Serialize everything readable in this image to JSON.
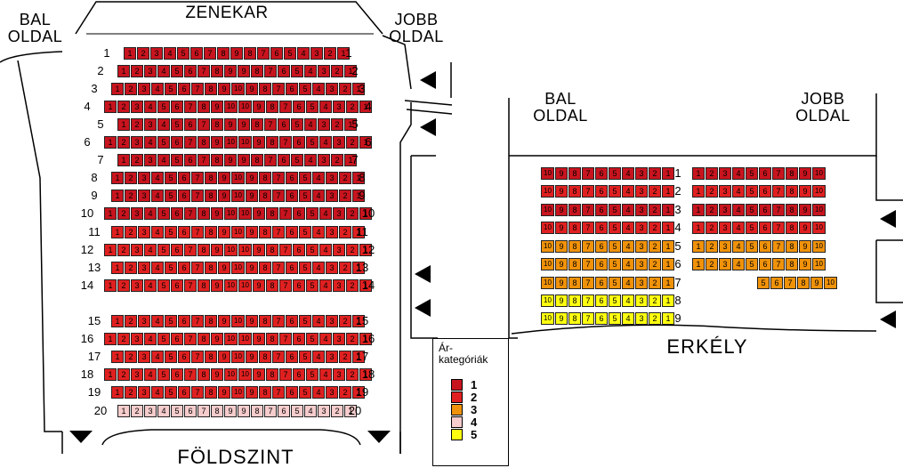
{
  "colors": {
    "c1": "#c8141e",
    "c2": "#e02020",
    "c3": "#f0920a",
    "c4": "#f6cccc",
    "c5": "#ffff10"
  },
  "labels": {
    "bal_left": "BAL\nOLDAL",
    "jobb_left": "JOBB\nOLDAL",
    "zenekar": "ZENEKAR",
    "foldszint": "FÖLDSZINT",
    "bal_balcony": "BAL\nOLDAL",
    "jobb_balcony": "JOBB\nOLDAL",
    "erkely": "ERKÉLY"
  },
  "legend": {
    "title": "Ár-\nkategóriák",
    "items": [
      {
        "label": "1",
        "cat": "c1"
      },
      {
        "label": "2",
        "cat": "c2"
      },
      {
        "label": "3",
        "cat": "c3"
      },
      {
        "label": "4",
        "cat": "c4"
      },
      {
        "label": "5",
        "cat": "c5"
      }
    ]
  },
  "ground_rows": [
    {
      "num": "1",
      "cat": "c1",
      "seats": [
        "1",
        "2",
        "3",
        "4",
        "5",
        "6",
        "7",
        "8",
        "9",
        "8",
        "7",
        "6",
        "5",
        "4",
        "3",
        "2",
        "1"
      ]
    },
    {
      "num": "2",
      "cat": "c1",
      "seats": [
        "1",
        "2",
        "3",
        "4",
        "5",
        "6",
        "7",
        "8",
        "9",
        "9",
        "8",
        "7",
        "6",
        "5",
        "4",
        "3",
        "2",
        "1"
      ]
    },
    {
      "num": "3",
      "cat": "c1",
      "seats": [
        "1",
        "2",
        "3",
        "4",
        "5",
        "6",
        "7",
        "8",
        "9",
        "10",
        "9",
        "8",
        "7",
        "6",
        "5",
        "4",
        "3",
        "2",
        "1"
      ]
    },
    {
      "num": "4",
      "cat": "c1",
      "seats": [
        "1",
        "2",
        "3",
        "4",
        "5",
        "6",
        "7",
        "8",
        "9",
        "10",
        "10",
        "9",
        "8",
        "7",
        "6",
        "5",
        "4",
        "3",
        "2",
        "1"
      ]
    },
    {
      "num": "5",
      "cat": "c1",
      "seats": [
        "1",
        "2",
        "3",
        "4",
        "5",
        "6",
        "7",
        "8",
        "9",
        "9",
        "8",
        "7",
        "6",
        "5",
        "4",
        "3",
        "2",
        "1"
      ]
    },
    {
      "num": "6",
      "cat": "c1",
      "seats": [
        "1",
        "2",
        "3",
        "4",
        "5",
        "6",
        "7",
        "8",
        "9",
        "10",
        "10",
        "9",
        "8",
        "7",
        "6",
        "5",
        "4",
        "3",
        "2",
        "1"
      ]
    },
    {
      "num": "7",
      "cat": "c1",
      "seats": [
        "1",
        "2",
        "3",
        "4",
        "5",
        "6",
        "7",
        "8",
        "9",
        "9",
        "8",
        "7",
        "6",
        "5",
        "4",
        "3",
        "2",
        "1"
      ]
    },
    {
      "num": "8",
      "cat": "c1",
      "seats": [
        "1",
        "2",
        "3",
        "4",
        "5",
        "6",
        "7",
        "8",
        "9",
        "10",
        "9",
        "8",
        "7",
        "6",
        "5",
        "4",
        "3",
        "2",
        "1"
      ]
    },
    {
      "num": "9",
      "cat": "c1",
      "seats": [
        "1",
        "2",
        "3",
        "4",
        "5",
        "6",
        "7",
        "8",
        "9",
        "10",
        "9",
        "8",
        "7",
        "6",
        "5",
        "4",
        "3",
        "2",
        "1"
      ]
    },
    {
      "num": "10",
      "cat": "c1",
      "seats": [
        "1",
        "2",
        "3",
        "4",
        "5",
        "6",
        "7",
        "8",
        "9",
        "10",
        "10",
        "9",
        "8",
        "7",
        "6",
        "5",
        "4",
        "3",
        "2",
        "1"
      ]
    },
    {
      "num": "11",
      "cat": "c2",
      "seats": [
        "1",
        "2",
        "3",
        "4",
        "5",
        "6",
        "7",
        "8",
        "9",
        "10",
        "9",
        "8",
        "7",
        "6",
        "5",
        "4",
        "3",
        "2",
        "1"
      ]
    },
    {
      "num": "12",
      "cat": "c2",
      "seats": [
        "1",
        "2",
        "3",
        "4",
        "5",
        "6",
        "7",
        "8",
        "9",
        "10",
        "10",
        "9",
        "8",
        "7",
        "6",
        "5",
        "4",
        "3",
        "2",
        "1"
      ]
    },
    {
      "num": "13",
      "cat": "c2",
      "seats": [
        "1",
        "2",
        "3",
        "4",
        "5",
        "6",
        "7",
        "8",
        "9",
        "10",
        "9",
        "8",
        "7",
        "6",
        "5",
        "4",
        "3",
        "2",
        "1"
      ]
    },
    {
      "num": "14",
      "cat": "c2",
      "seats": [
        "1",
        "2",
        "3",
        "4",
        "5",
        "6",
        "7",
        "8",
        "9",
        "10",
        "10",
        "9",
        "8",
        "7",
        "6",
        "5",
        "4",
        "3",
        "2",
        "1"
      ]
    },
    {
      "num": "15",
      "cat": "c2",
      "seats": [
        "1",
        "2",
        "3",
        "4",
        "5",
        "6",
        "7",
        "8",
        "9",
        "10",
        "9",
        "8",
        "7",
        "6",
        "5",
        "4",
        "3",
        "2",
        "1"
      ]
    },
    {
      "num": "16",
      "cat": "c2",
      "seats": [
        "1",
        "2",
        "3",
        "4",
        "5",
        "6",
        "7",
        "8",
        "9",
        "10",
        "10",
        "9",
        "8",
        "7",
        "6",
        "5",
        "4",
        "3",
        "2",
        "1"
      ]
    },
    {
      "num": "17",
      "cat": "c2",
      "seats": [
        "1",
        "2",
        "3",
        "4",
        "5",
        "6",
        "7",
        "8",
        "9",
        "10",
        "9",
        "8",
        "7",
        "6",
        "5",
        "4",
        "3",
        "2",
        "1"
      ]
    },
    {
      "num": "18",
      "cat": "c2",
      "seats": [
        "1",
        "2",
        "3",
        "4",
        "5",
        "6",
        "7",
        "8",
        "9",
        "10",
        "10",
        "9",
        "8",
        "7",
        "6",
        "5",
        "4",
        "3",
        "2",
        "1"
      ]
    },
    {
      "num": "19",
      "cat": "c2",
      "seats": [
        "1",
        "2",
        "3",
        "4",
        "5",
        "6",
        "7",
        "8",
        "9",
        "10",
        "9",
        "8",
        "7",
        "6",
        "5",
        "4",
        "3",
        "2",
        "1"
      ]
    },
    {
      "num": "20",
      "cat": "c4",
      "seats": [
        "1",
        "2",
        "3",
        "4",
        "5",
        "6",
        "7",
        "8",
        "9",
        "9",
        "8",
        "7",
        "6",
        "5",
        "4",
        "3",
        "2",
        "1"
      ]
    }
  ],
  "balcony_rows": [
    {
      "num": "1",
      "left": {
        "cat": "c1",
        "seats": [
          "10",
          "9",
          "8",
          "7",
          "6",
          "5",
          "4",
          "3",
          "2",
          "1"
        ]
      },
      "right": {
        "cat": "c1",
        "seats": [
          "1",
          "2",
          "3",
          "4",
          "5",
          "6",
          "7",
          "8",
          "9",
          "10"
        ]
      }
    },
    {
      "num": "2",
      "left": {
        "cat": "c2",
        "seats": [
          "10",
          "9",
          "8",
          "7",
          "6",
          "5",
          "4",
          "3",
          "2",
          "1"
        ]
      },
      "right": {
        "cat": "c2",
        "seats": [
          "1",
          "2",
          "3",
          "4",
          "5",
          "6",
          "7",
          "8",
          "9",
          "10"
        ]
      }
    },
    {
      "num": "3",
      "left": {
        "cat": "c1",
        "seats": [
          "10",
          "9",
          "8",
          "7",
          "6",
          "5",
          "4",
          "3",
          "2",
          "1"
        ]
      },
      "right": {
        "cat": "c1",
        "seats": [
          "1",
          "2",
          "3",
          "4",
          "5",
          "6",
          "7",
          "8",
          "9",
          "10"
        ]
      }
    },
    {
      "num": "4",
      "left": {
        "cat": "c2",
        "seats": [
          "10",
          "9",
          "8",
          "7",
          "6",
          "5",
          "4",
          "3",
          "2",
          "1"
        ]
      },
      "right": {
        "cat": "c2",
        "seats": [
          "1",
          "2",
          "3",
          "4",
          "5",
          "6",
          "7",
          "8",
          "9",
          "10"
        ]
      }
    },
    {
      "num": "5",
      "left": {
        "cat": "c3",
        "seats": [
          "10",
          "9",
          "8",
          "7",
          "6",
          "5",
          "4",
          "3",
          "2",
          "1"
        ]
      },
      "right": {
        "cat": "c3",
        "seats": [
          "1",
          "2",
          "3",
          "4",
          "5",
          "6",
          "7",
          "8",
          "9",
          "10"
        ]
      }
    },
    {
      "num": "6",
      "left": {
        "cat": "c3",
        "seats": [
          "10",
          "9",
          "8",
          "7",
          "6",
          "5",
          "4",
          "3",
          "2",
          "1"
        ]
      },
      "right": {
        "cat": "c3",
        "seats": [
          "1",
          "2",
          "3",
          "4",
          "5",
          "6",
          "7",
          "8",
          "9",
          "10"
        ]
      }
    },
    {
      "num": "7",
      "left": {
        "cat": "c3",
        "seats": [
          "10",
          "9",
          "8",
          "7",
          "6",
          "5",
          "4",
          "3",
          "2",
          "1"
        ]
      },
      "right": {
        "cat": "c3",
        "seats": [
          "5",
          "6",
          "7",
          "8",
          "9",
          "10"
        ]
      }
    },
    {
      "num": "8",
      "left": {
        "cat": "c5",
        "seats": [
          "10",
          "9",
          "8",
          "7",
          "6",
          "5",
          "4",
          "3",
          "2",
          "1"
        ]
      },
      "right": null
    },
    {
      "num": "9",
      "left": {
        "cat": "c5",
        "seats": [
          "10",
          "9",
          "8",
          "7",
          "6",
          "5",
          "4",
          "3",
          "2",
          "1"
        ]
      },
      "right": null
    }
  ]
}
